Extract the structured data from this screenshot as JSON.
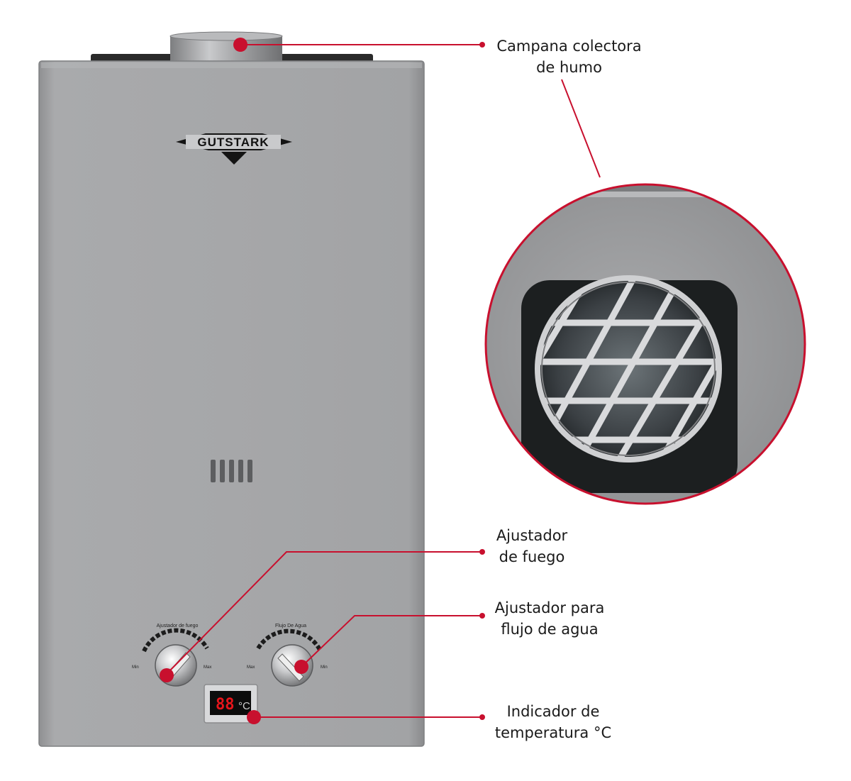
{
  "product": {
    "brand": "GUTSTARK",
    "knob_fire": {
      "title": "Ajustador de fuego",
      "min_label": "Min",
      "max_label": "Max"
    },
    "knob_water": {
      "title": "Flujo De Agua",
      "min_label": "Min",
      "max_label": "Max"
    },
    "display": {
      "digits": "88",
      "unit": "°C"
    }
  },
  "callouts": {
    "campana": {
      "line1": "Campana colectora",
      "line2": "de humo"
    },
    "fuego": {
      "line1": "Ajustador",
      "line2": "de fuego"
    },
    "agua": {
      "line1": "Ajustador para",
      "line2": "flujo de agua"
    },
    "temperatura": {
      "line1": "Indicador de",
      "line2": "temperatura °C"
    }
  },
  "colors": {
    "accent": "#c8102e",
    "body": "#a7a8aa",
    "body_edge": "#8e8f91",
    "display_digits": "#e8151b"
  }
}
